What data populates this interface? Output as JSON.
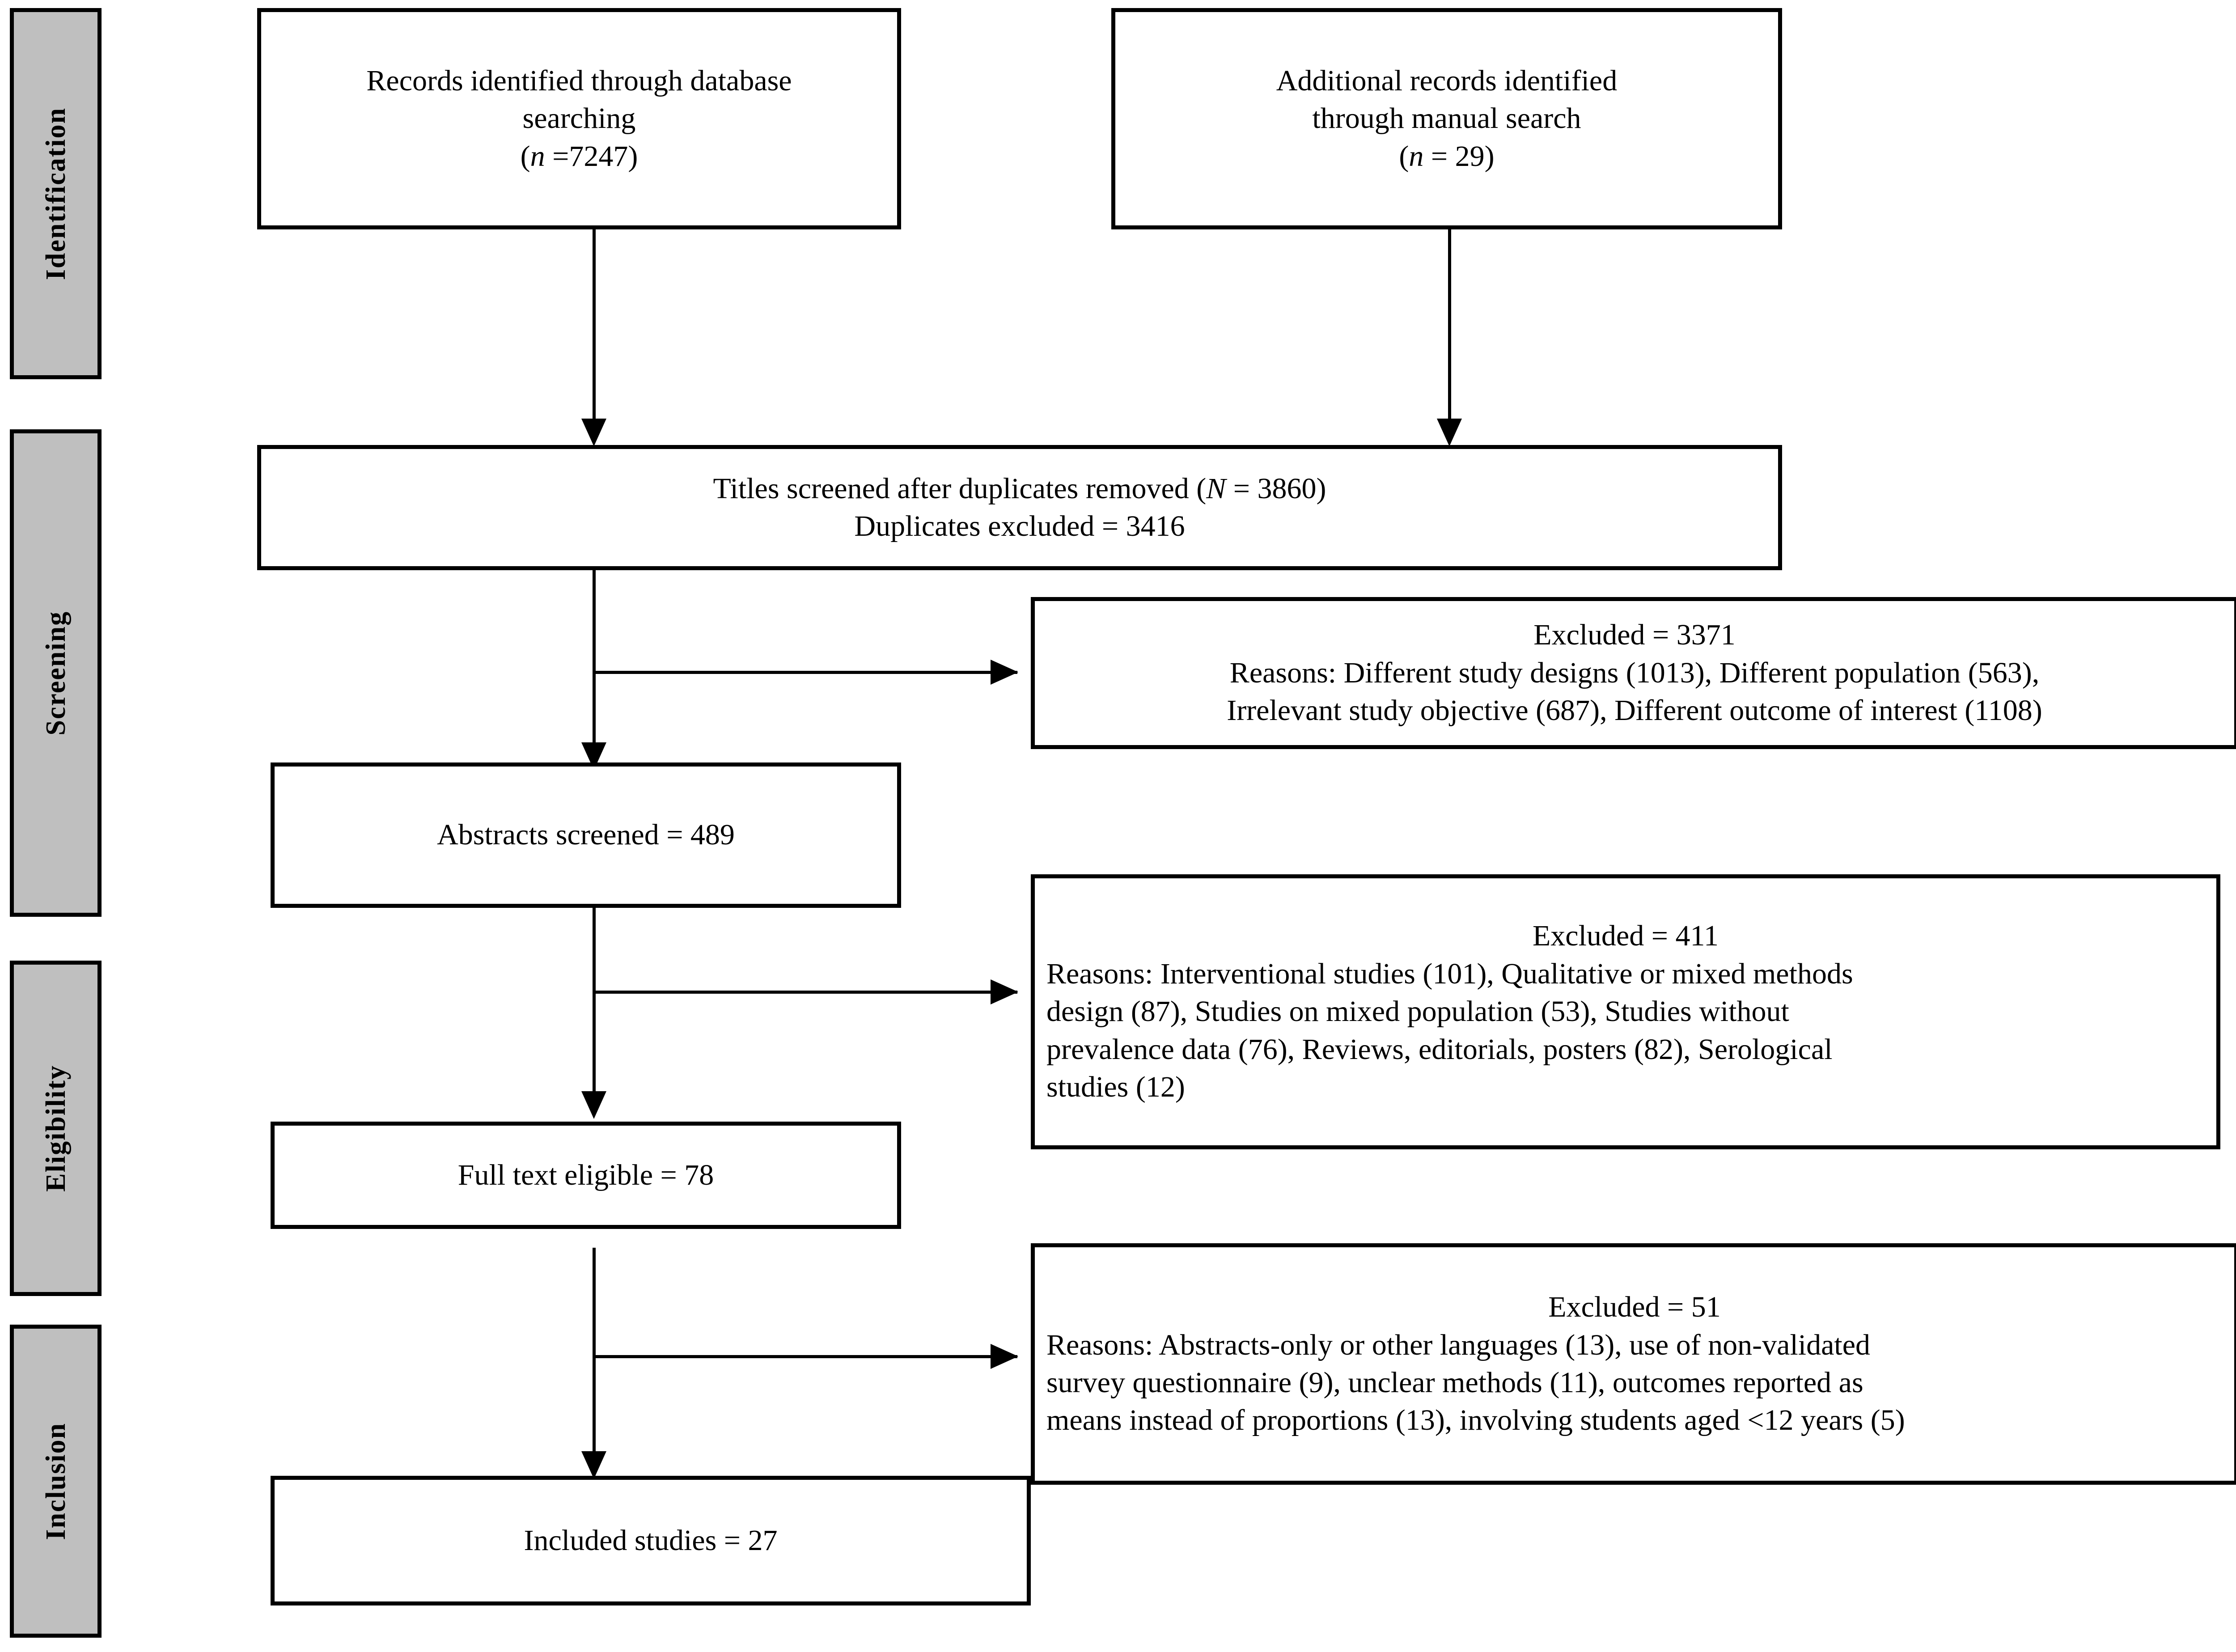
{
  "diagram": {
    "title": "PRISMA study selection flow diagram",
    "type": "prisma-flowchart",
    "colors": {
      "stage_fill": "#bfbfbf",
      "box_fill": "#ffffff",
      "stroke": "#000000"
    }
  },
  "stages": [
    {
      "id": "identification",
      "label": "Identification"
    },
    {
      "id": "screening",
      "label": "Screening"
    },
    {
      "id": "eligibility",
      "label": "Eligibility"
    },
    {
      "id": "inclusion",
      "label": "Inclusion"
    }
  ],
  "boxes": {
    "records_database": {
      "line1": "Records identified through database",
      "line2": "searching",
      "count_prefix": "n",
      "count_text": " =7247",
      "count_full": "(n =7247)"
    },
    "records_manual": {
      "line1": "Additional records identified",
      "line2": "through manual search",
      "count_prefix": "n",
      "count_text": " = 29",
      "count_full": "(n = 29)"
    },
    "titles_screened": {
      "line1_a": "Titles screened after duplicates removed (",
      "line1_italic": "N",
      "line1_b": " = 3860)",
      "line2": "Duplicates excluded = 3416"
    },
    "excluded_titles": {
      "heading": "Excluded = 3371",
      "line1": "Reasons: Different study designs (1013), Different population (563),",
      "line2": "Irrelevant study objective (687), Different outcome of interest (1108)"
    },
    "abstracts_screened": {
      "label": "Abstracts screened = 489"
    },
    "excluded_abstracts": {
      "heading": "Excluded = 411",
      "line1": "Reasons: Interventional studies (101), Qualitative or mixed methods",
      "line2": "design (87), Studies on mixed population (53), Studies without",
      "line3": "prevalence data (76), Reviews, editorials, posters (82), Serological",
      "line4": "studies (12)"
    },
    "full_text_eligible": {
      "label": "Full text eligible = 78"
    },
    "excluded_fulltext": {
      "heading": "Excluded = 51",
      "line1": "Reasons: Abstracts-only or other languages (13), use of non-validated",
      "line2": "survey questionnaire (9), unclear methods (11), outcomes reported as",
      "line3": "means instead of proportions (13), involving students aged <12 years (5)"
    },
    "included_studies": {
      "label": "Included studies = 27"
    }
  },
  "chart_data": {
    "type": "flowchart",
    "title": "PRISMA study selection flow diagram",
    "nodes": [
      {
        "id": "records_database",
        "stage": "Identification",
        "text": "Records identified through database searching (n =7247)",
        "value": 7247
      },
      {
        "id": "records_manual",
        "stage": "Identification",
        "text": "Additional records identified through manual search (n = 29)",
        "value": 29
      },
      {
        "id": "titles_screened",
        "stage": "Screening",
        "text": "Titles screened after duplicates removed (N = 3860); Duplicates excluded = 3416",
        "value": 3860,
        "duplicates_excluded": 3416
      },
      {
        "id": "excluded_titles",
        "stage": "Screening",
        "text": "Excluded = 3371",
        "value": 3371,
        "reasons": [
          {
            "reason": "Different study designs",
            "count": 1013
          },
          {
            "reason": "Different population",
            "count": 563
          },
          {
            "reason": "Irrelevant study objective",
            "count": 687
          },
          {
            "reason": "Different outcome of interest",
            "count": 1108
          }
        ]
      },
      {
        "id": "abstracts_screened",
        "stage": "Screening",
        "text": "Abstracts screened = 489",
        "value": 489
      },
      {
        "id": "excluded_abstracts",
        "stage": "Eligibility",
        "text": "Excluded = 411",
        "value": 411,
        "reasons": [
          {
            "reason": "Interventional studies",
            "count": 101
          },
          {
            "reason": "Qualitative or mixed methods design",
            "count": 87
          },
          {
            "reason": "Studies on mixed population",
            "count": 53
          },
          {
            "reason": "Studies without prevalence data",
            "count": 76
          },
          {
            "reason": "Reviews, editorials, posters",
            "count": 82
          },
          {
            "reason": "Serological studies",
            "count": 12
          }
        ]
      },
      {
        "id": "full_text_eligible",
        "stage": "Eligibility",
        "text": "Full text eligible = 78",
        "value": 78
      },
      {
        "id": "excluded_fulltext",
        "stage": "Inclusion",
        "text": "Excluded = 51",
        "value": 51,
        "reasons": [
          {
            "reason": "Abstracts-only or other languages",
            "count": 13
          },
          {
            "reason": "use of non-validated survey questionnaire",
            "count": 9
          },
          {
            "reason": "unclear methods",
            "count": 11
          },
          {
            "reason": "outcomes reported as means instead of proportions",
            "count": 13
          },
          {
            "reason": "involving students aged <12 years",
            "count": 5
          }
        ]
      },
      {
        "id": "included_studies",
        "stage": "Inclusion",
        "text": "Included studies = 27",
        "value": 27
      }
    ],
    "edges": [
      {
        "from": "records_database",
        "to": "titles_screened",
        "direction": "down"
      },
      {
        "from": "records_manual",
        "to": "titles_screened",
        "direction": "down"
      },
      {
        "from": "titles_screened",
        "to": "abstracts_screened",
        "direction": "down"
      },
      {
        "from": "titles_screened",
        "to": "excluded_titles",
        "direction": "right"
      },
      {
        "from": "abstracts_screened",
        "to": "full_text_eligible",
        "direction": "down"
      },
      {
        "from": "abstracts_screened",
        "to": "excluded_abstracts",
        "direction": "right"
      },
      {
        "from": "full_text_eligible",
        "to": "included_studies",
        "direction": "down"
      },
      {
        "from": "full_text_eligible",
        "to": "excluded_fulltext",
        "direction": "right"
      }
    ]
  }
}
